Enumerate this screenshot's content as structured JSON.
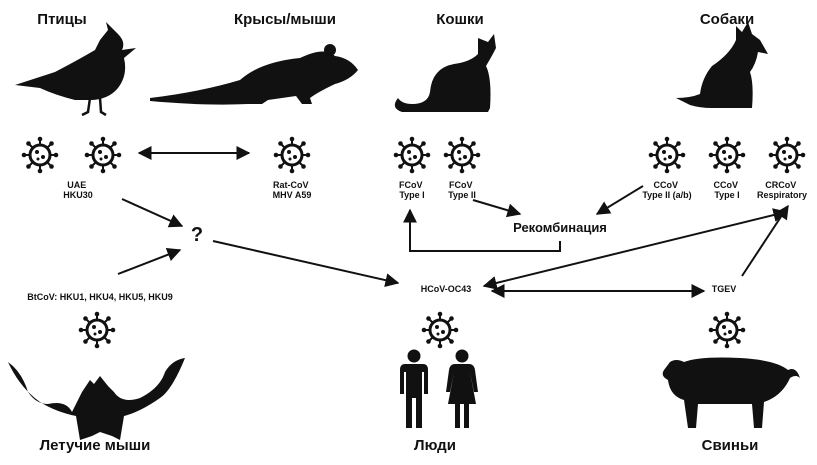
{
  "groups": {
    "birds": "Птицы",
    "rats": "Крысы/мыши",
    "cats": "Кошки",
    "dogs": "Собаки",
    "bats": "Летучие мыши",
    "humans": "Люди",
    "pigs": "Свиньи"
  },
  "viruses": {
    "uae_line1": "UAE",
    "uae_line2": "HKU30",
    "rat_line1": "Rat-CoV",
    "rat_line2": "MHV A59",
    "fcov1_line1": "FCoV",
    "fcov1_line2": "Type I",
    "fcov2_line1": "FCoV",
    "fcov2_line2": "Type II",
    "ccov2_line1": "CCoV",
    "ccov2_line2": "Type II (a/b)",
    "ccov1_line1": "CCoV",
    "ccov1_line2": "Type I",
    "crcov_line1": "CRCoV",
    "crcov_line2": "Respiratory",
    "btcov": "BtCoV: HKU1, HKU4, HKU5, HKU9",
    "hcov": "HCoV-OC43",
    "tgev": "TGEV"
  },
  "recombination": "Рекомбинация",
  "unknown": "?",
  "colors": {
    "ink": "#111111",
    "background": "#ffffff"
  }
}
